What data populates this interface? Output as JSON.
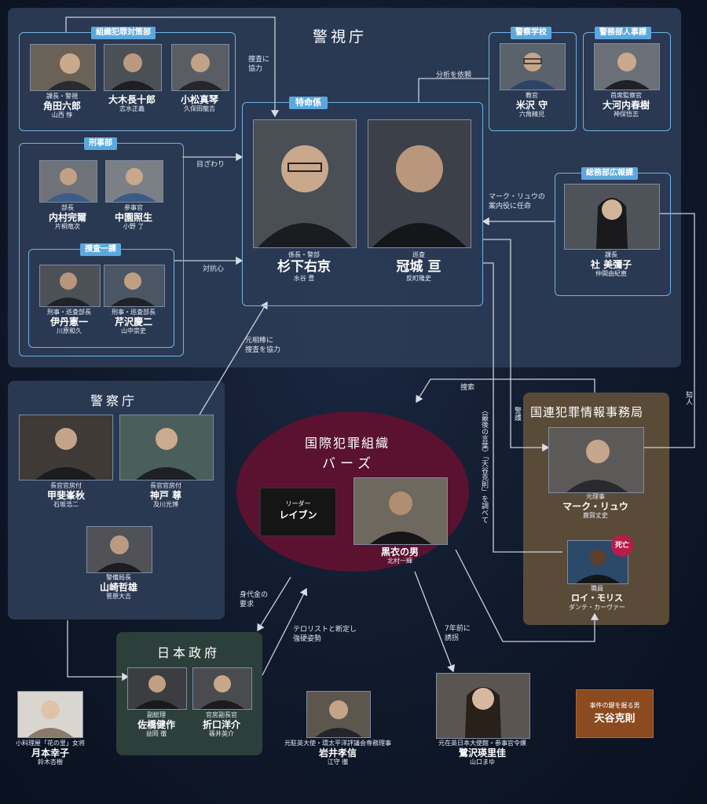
{
  "regions": {
    "keishicho": "警視庁",
    "keisatsucho": "警察庁",
    "seifu": "日本政府",
    "kokuren": "国連犯罪情報事務局",
    "bars": {
      "line1": "国際犯罪組織",
      "line2": "バーズ"
    }
  },
  "groups": {
    "soshiki": "組織犯罪対策部",
    "keiji": "刑事部",
    "sosa1": "捜査一課",
    "tokumei": "特命係",
    "gakko": "警察学校",
    "keimu": "警務部人事課",
    "somu": "総務部広報課"
  },
  "people": {
    "kakuta": {
      "role": "課長・警視",
      "name": "角田六郎",
      "actor": "山西 惇"
    },
    "ooki": {
      "role": "",
      "name": "大木長十郎",
      "actor": "志水正義"
    },
    "komatsu": {
      "role": "",
      "name": "小松真琴",
      "actor": "久保田龍吉"
    },
    "uchimura": {
      "role": "部長",
      "name": "内村完爾",
      "actor": "片桐竜次"
    },
    "nakazono": {
      "role": "参事官",
      "name": "中園照生",
      "actor": "小野 了"
    },
    "itami": {
      "role": "刑事・巡査部長",
      "name": "伊丹憲一",
      "actor": "川原和久"
    },
    "serizawa": {
      "role": "刑事・巡査部長",
      "name": "芹沢慶二",
      "actor": "山中崇史"
    },
    "sugishita": {
      "role": "係長・警部",
      "name": "杉下右京",
      "actor": "水谷 豊"
    },
    "kaburagi": {
      "role": "巡査",
      "name": "冠城 亘",
      "actor": "反町隆史"
    },
    "yonezawa": {
      "role": "教官",
      "name": "米沢 守",
      "actor": "六角精児"
    },
    "ookouchi": {
      "role": "首席監察官",
      "name": "大河内春樹",
      "actor": "神保悟志"
    },
    "yashiro": {
      "role": "課長",
      "name": "社 美彌子",
      "actor": "仲間由紀恵"
    },
    "kai": {
      "role": "長官官房付",
      "name": "甲斐峯秋",
      "actor": "石坂浩二"
    },
    "kanbe": {
      "role": "長官官房付",
      "name": "神戸 尊",
      "actor": "及川光博"
    },
    "yamazaki": {
      "role": "警備局長",
      "name": "山崎哲雄",
      "actor": "菅原大吉"
    },
    "sato": {
      "role": "副総理",
      "name": "佐橋健作",
      "actor": "益岡 徹"
    },
    "origuchi": {
      "role": "官房副長官",
      "name": "折口洋介",
      "actor": "篠井英介"
    },
    "mark": {
      "role": "元理事",
      "name": "マーク・リュウ",
      "actor": "鹿賀丈史"
    },
    "roy": {
      "role": "職員",
      "name": "ロイ・モリス",
      "actor": "ダンテ・カーヴァー"
    },
    "raven": {
      "role": "リーダー",
      "name": "レイブン"
    },
    "kokui": {
      "name": "黒衣の男",
      "actor": "北村一輝"
    },
    "tsukimoto": {
      "role": "小料理屋「花の里」女将",
      "name": "月本幸子",
      "actor": "鈴木杏樹"
    },
    "iwai": {
      "role": "元駐英大使・環太平洋評議会専務理事",
      "name": "岩井孝信",
      "actor": "江守 徹"
    },
    "sagisawa": {
      "role": "元在英日本大使館・参事官令嬢",
      "name": "鷺沢瑛里佳",
      "actor": "山口まゆ"
    },
    "amaya": {
      "role": "事件の鍵を握る男",
      "name": "天谷克則"
    }
  },
  "labels": {
    "sosa_kyoryoku": "捜査に\n協力",
    "bunseki": "分析を依頼",
    "mezawari": "目ざわり",
    "taikoushin": "対抗心",
    "annai": "マーク・リュウの\n案内役に任命",
    "moto_aibou": "元相棒に\n捜査を協力",
    "sosaku": "捜索",
    "chiujin": "知人",
    "keigo": "警護",
    "saigo": "〈最後の言葉〉「天谷克則」を調べて",
    "minoshirokin": "身代金の\n要求",
    "terrorist": "テロリストと断定し\n強硬姿勢",
    "yuukai": "7年前に\n誘拐",
    "dead": "死亡"
  },
  "colors": {
    "region_bg": "#2c3c56",
    "box_line": "#6fb2e3",
    "tab_bg": "#5ba8de",
    "bars": "#5a1230",
    "kokuren": "#5a4b38",
    "seifu": "#2c3f3a",
    "dead": "#b81c47",
    "key_box": "#8b4a1f"
  }
}
